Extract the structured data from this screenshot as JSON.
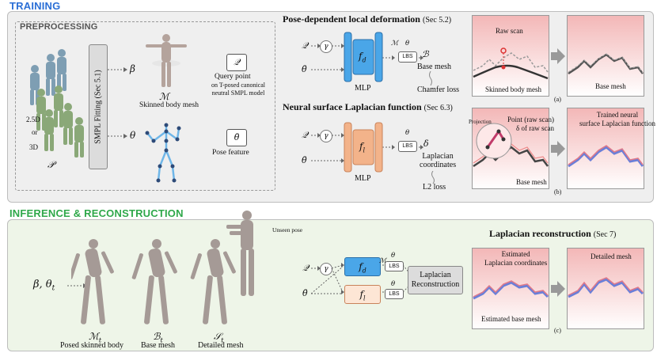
{
  "sections": {
    "training": "TRAINING",
    "inference": "INFERENCE & RECONSTRUCTION",
    "preprocessing": "PREPROCESSING"
  },
  "preprocessing": {
    "fitting_label": "SMPL Fitting (Sec 5.1)",
    "input_25d": "2.5D",
    "input_or": "or",
    "input_3d": "3D",
    "input_symbol": "𝒫",
    "beta": "β",
    "theta": "θ",
    "mesh_symbol": "ℳ",
    "mesh_caption": "Skinned body mesh",
    "query_symbol": "𝒬",
    "query_caption": "Query point",
    "query_note": "(on T-posed canonical neutral SMPL model)",
    "query_note_line1": "on T-posed canonical",
    "query_note_line2": "neutral SMPL model",
    "pose_feature_symbol": "θ̄",
    "pose_feature_caption": "Pose feature"
  },
  "deformation": {
    "title": "Pose-dependent local deformation",
    "sec": "(Sec 5.2)",
    "q": "𝒬",
    "gamma": "γ",
    "theta_bar": "θ̄",
    "net": "f",
    "net_sub": "d",
    "mlp": "MLP",
    "m": "ℳ",
    "theta": "θ",
    "lbs": "LBS",
    "output_symbol": "ℬ",
    "output": "Base mesh",
    "loss": "Chamfer loss"
  },
  "laplacian": {
    "title": "Neural surface Laplacian function",
    "sec": "(Sec 6.3)",
    "q": "𝒬",
    "gamma": "γ",
    "theta_bar": "θ̄",
    "net": "f",
    "net_sub": "l",
    "mlp": "MLP",
    "theta": "θ",
    "lbs": "LBS",
    "output_symbol": "δ",
    "output_line1": "Laplacian",
    "output_line2": "coordinates",
    "loss": "L2 loss"
  },
  "panel_a": {
    "raw_scan": "Raw scan",
    "skinned": "Skinned body mesh",
    "base_mesh": "Base mesh",
    "tag": "(a)"
  },
  "panel_b": {
    "projection": "Projection",
    "point": "Point (raw scan)",
    "delta": "δ of raw scan",
    "base_mesh": "Base mesh",
    "trained_line1": "Trained neural",
    "trained_line2": "surface Laplacian function",
    "tag": "(b)"
  },
  "inference": {
    "input": "β, θ",
    "input_sub": "t",
    "unseen": "Unseen pose",
    "posed_symbol": "ℳ",
    "posed_sub": "t",
    "posed": "Posed skinned body",
    "base_symbol": "ℬ",
    "base_sub": "t",
    "base": "Base mesh",
    "detail_symbol": "𝒮",
    "detail_sub": "t",
    "detail": "Detailed mesh",
    "q": "𝒬",
    "gamma": "γ",
    "theta_bar": "θ̄",
    "fd": "f",
    "fd_sub": "d",
    "fl": "f",
    "fl_sub": "l",
    "m": "ℳ",
    "theta1": "θ",
    "theta2": "θ",
    "lbs": "LBS",
    "recon_line1": "Laplacian",
    "recon_line2": "Reconstruction"
  },
  "panel_c": {
    "title": "Laplacian reconstruction",
    "sec": "(Sec 7)",
    "est_line1": "Estimated",
    "est_line2": "Laplacian coordinates",
    "est_base": "Estimated base mesh",
    "detailed": "Detailed mesh",
    "tag": "(c)"
  },
  "colors": {
    "training_title": "#2b6fd6",
    "inference_title": "#2fa84a",
    "training_bg": "#efefef",
    "inference_bg": "#eef5e8",
    "mlp_blue": "#4aa6e8",
    "mlp_orange": "#f3b38a",
    "pink": "#f3b7b7"
  }
}
